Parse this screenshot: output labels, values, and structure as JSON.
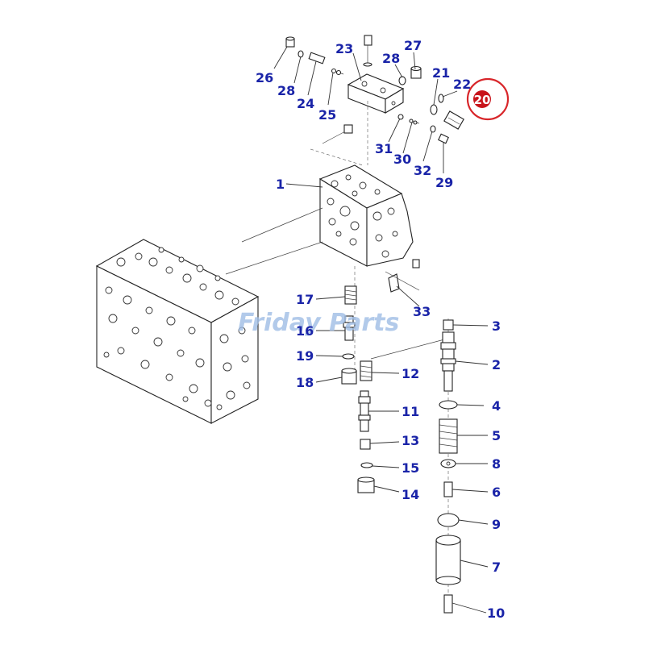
{
  "watermark": "Friday Parts",
  "highlight": {
    "label": "20",
    "color": "#d8262a"
  },
  "label_color": "#1a24a8",
  "callouts": [
    {
      "id": "26",
      "text": "26"
    },
    {
      "id": "28a",
      "text": "28"
    },
    {
      "id": "24",
      "text": "24"
    },
    {
      "id": "23",
      "text": "23"
    },
    {
      "id": "25",
      "text": "25"
    },
    {
      "id": "28b",
      "text": "28"
    },
    {
      "id": "27",
      "text": "27"
    },
    {
      "id": "21",
      "text": "21"
    },
    {
      "id": "22",
      "text": "22"
    },
    {
      "id": "31",
      "text": "31"
    },
    {
      "id": "30",
      "text": "30"
    },
    {
      "id": "32",
      "text": "32"
    },
    {
      "id": "29",
      "text": "29"
    },
    {
      "id": "1",
      "text": "1"
    },
    {
      "id": "17",
      "text": "17"
    },
    {
      "id": "16",
      "text": "16"
    },
    {
      "id": "19",
      "text": "19"
    },
    {
      "id": "18",
      "text": "18"
    },
    {
      "id": "12",
      "text": "12"
    },
    {
      "id": "33",
      "text": "33"
    },
    {
      "id": "11",
      "text": "11"
    },
    {
      "id": "13",
      "text": "13"
    },
    {
      "id": "15",
      "text": "15"
    },
    {
      "id": "14",
      "text": "14"
    },
    {
      "id": "3",
      "text": "3"
    },
    {
      "id": "2",
      "text": "2"
    },
    {
      "id": "4",
      "text": "4"
    },
    {
      "id": "5",
      "text": "5"
    },
    {
      "id": "8",
      "text": "8"
    },
    {
      "id": "6",
      "text": "6"
    },
    {
      "id": "9",
      "text": "9"
    },
    {
      "id": "7",
      "text": "7"
    },
    {
      "id": "10",
      "text": "10"
    }
  ]
}
